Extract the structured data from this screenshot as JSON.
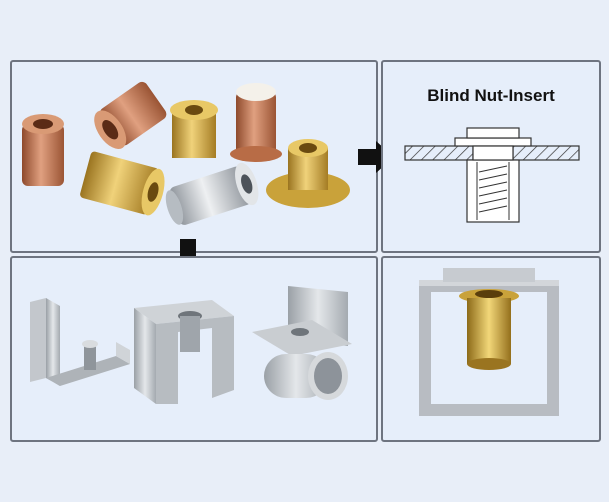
{
  "diagram": {
    "title": "Blind Nut-Insert"
  },
  "panels": [
    {
      "name": "blind-nut-assortment"
    },
    {
      "name": "blind-nut-cross-section"
    },
    {
      "name": "aluminum-profile-applications"
    },
    {
      "name": "square-tube-installation"
    }
  ],
  "colors": {
    "background": "#e8eef8",
    "panel_border": "#6e7480",
    "arrow": "#111111",
    "brass": "#c9a23a",
    "copper": "#c57a52",
    "steel": "#c9cdd2",
    "aluminum": "#b8bcc2"
  }
}
